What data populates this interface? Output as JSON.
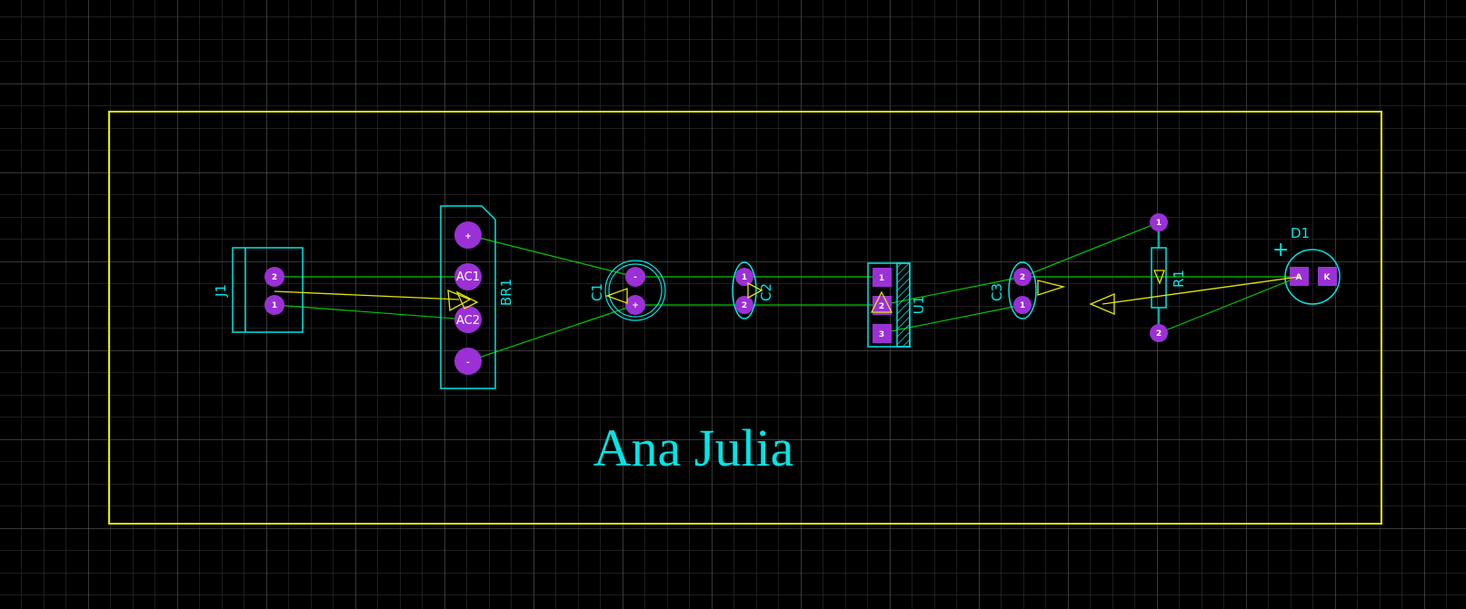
{
  "colors": {
    "background": "#000000",
    "grid_minor": "#3a3a3a",
    "grid_major": "#6e6e6e",
    "board_outline": "#e6e600",
    "silkscreen": "#00e5e5",
    "pad": "#9b30d6",
    "ratsnest": "#00c800",
    "trace": "#00c800",
    "direction_arrow": "#e6e600",
    "pad_text": "#ffffff"
  },
  "board": {
    "title": "Ana Julia"
  },
  "components": {
    "J1": {
      "ref": "J1",
      "pins": [
        "2",
        "1"
      ]
    },
    "BR1": {
      "ref": "BR1",
      "pins": [
        "+",
        "AC1",
        "AC2",
        "-"
      ]
    },
    "C1": {
      "ref": "C1",
      "pins": [
        "-",
        "+"
      ]
    },
    "C2": {
      "ref": "C2",
      "pins": [
        "1",
        "2"
      ]
    },
    "U1": {
      "ref": "U1",
      "pins": [
        "1",
        "2",
        "3"
      ]
    },
    "C3": {
      "ref": "C3",
      "pins": [
        "2",
        "1"
      ]
    },
    "R1": {
      "ref": "R1",
      "pins": [
        "1",
        "2"
      ]
    },
    "D1": {
      "ref": "D1",
      "polarity": "+",
      "pins": [
        "A",
        "K"
      ]
    }
  }
}
